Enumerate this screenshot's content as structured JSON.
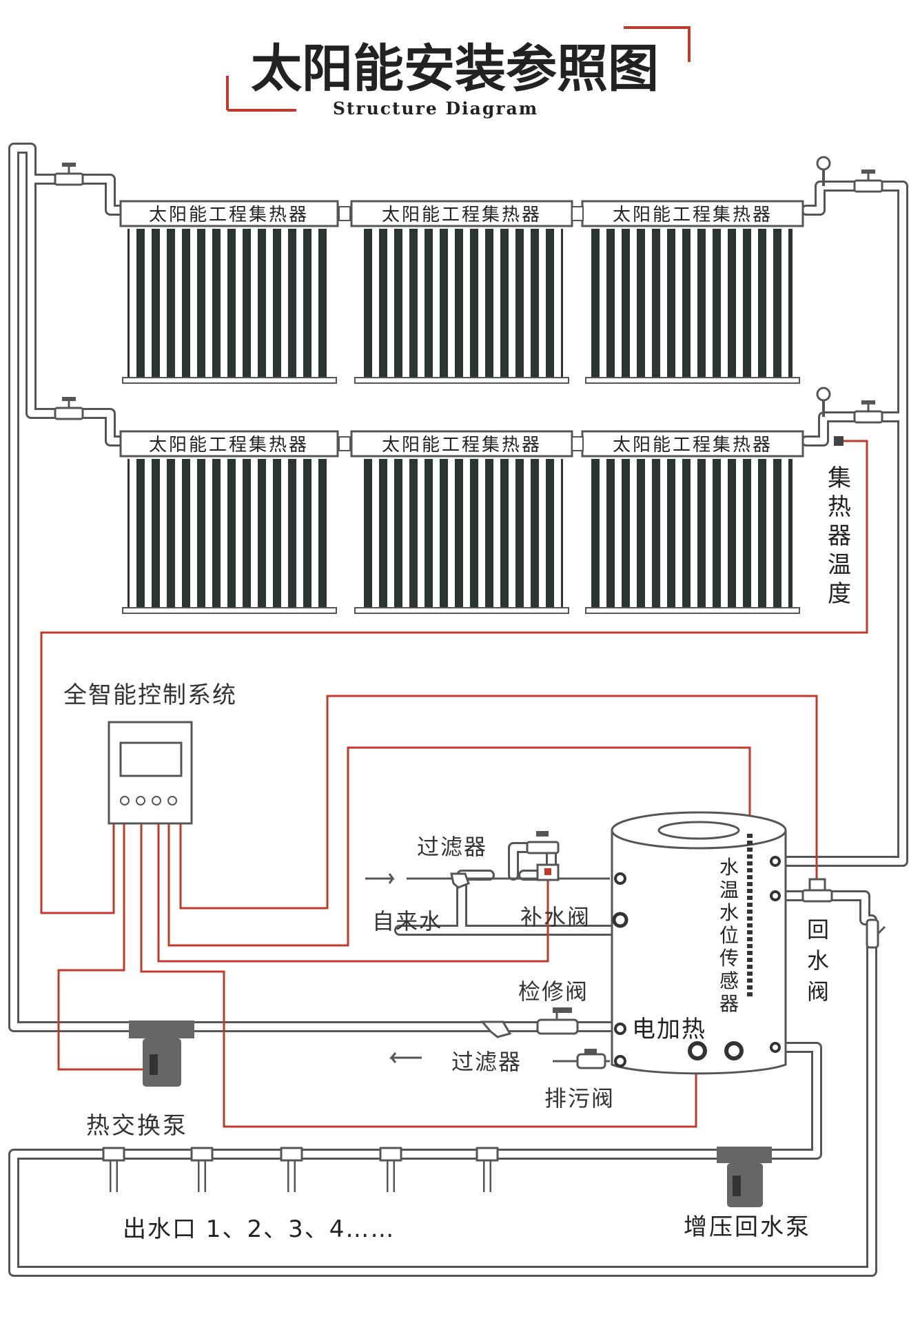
{
  "header": {
    "title": "太阳能安装参照图",
    "subtitle": "Structure Diagram"
  },
  "collectors": {
    "label": "太阳能工程集热器"
  },
  "labels": {
    "collector_temp": [
      "集",
      "热",
      "器",
      "温",
      "度"
    ],
    "control_system": "全智能控制系统",
    "filter_top": "过滤器",
    "tap_water": "自来水",
    "makeup_valve": "补水阀",
    "sensor": [
      "水",
      "温",
      "水",
      "位",
      "传",
      "感",
      "器"
    ],
    "return_valve": [
      "回",
      "水",
      "阀"
    ],
    "service_valve": "检修阀",
    "electric_heater": "电加热",
    "filter_bottom": "过滤器",
    "drain_valve": "排污阀",
    "heat_exchange_pump": "热交换泵",
    "outlets": "出水口  1、2、3、4……",
    "booster_pump": "增压回水泵"
  },
  "colors": {
    "accent": "#c0392b",
    "pipe_stroke": "#555555",
    "tube_dark": "#2b3333",
    "pump": "#666666",
    "text": "#333333"
  }
}
